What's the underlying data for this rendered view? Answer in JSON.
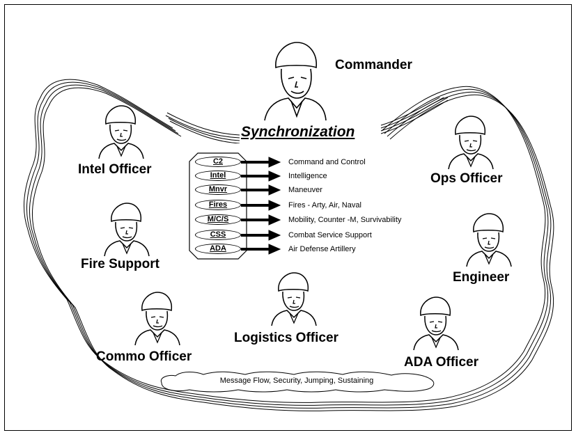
{
  "title": "Commander",
  "synchronization": "Synchronization",
  "roles": {
    "intel": "Intel Officer",
    "ops": "Ops Officer",
    "fire_support": "Fire Support",
    "engineer": "Engineer",
    "commo": "Commo Officer",
    "logistics": "Logistics Officer",
    "ada": "ADA Officer"
  },
  "functions": [
    {
      "code": "C2",
      "desc": "Command and Control"
    },
    {
      "code": "Intel",
      "desc": "Intelligence"
    },
    {
      "code": "Mnvr",
      "desc": "Maneuver"
    },
    {
      "code": "Fires",
      "desc": "Fires - Arty, Air, Naval"
    },
    {
      "code": "M/C/S",
      "desc": "Mobility, Counter -M, Survivability"
    },
    {
      "code": "CSS",
      "desc": "Combat Service Support"
    },
    {
      "code": "ADA",
      "desc": "Air Defense Artillery"
    }
  ],
  "cloud_text": "Message Flow,  Security,  Jumping,  Sustaining"
}
